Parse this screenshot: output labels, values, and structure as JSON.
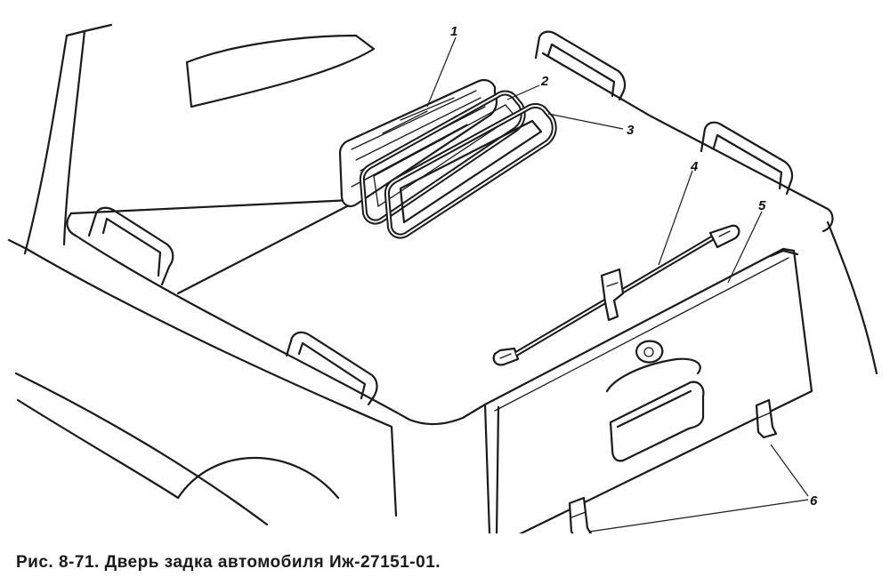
{
  "figure": {
    "caption": "Рис. 8-71. Дверь задка автомобиля Иж-27151-01.",
    "callouts": [
      "1",
      "2",
      "3",
      "4",
      "5",
      "6"
    ]
  },
  "colors": {
    "ink": "#1a1a1a",
    "paper": "#ffffff"
  }
}
